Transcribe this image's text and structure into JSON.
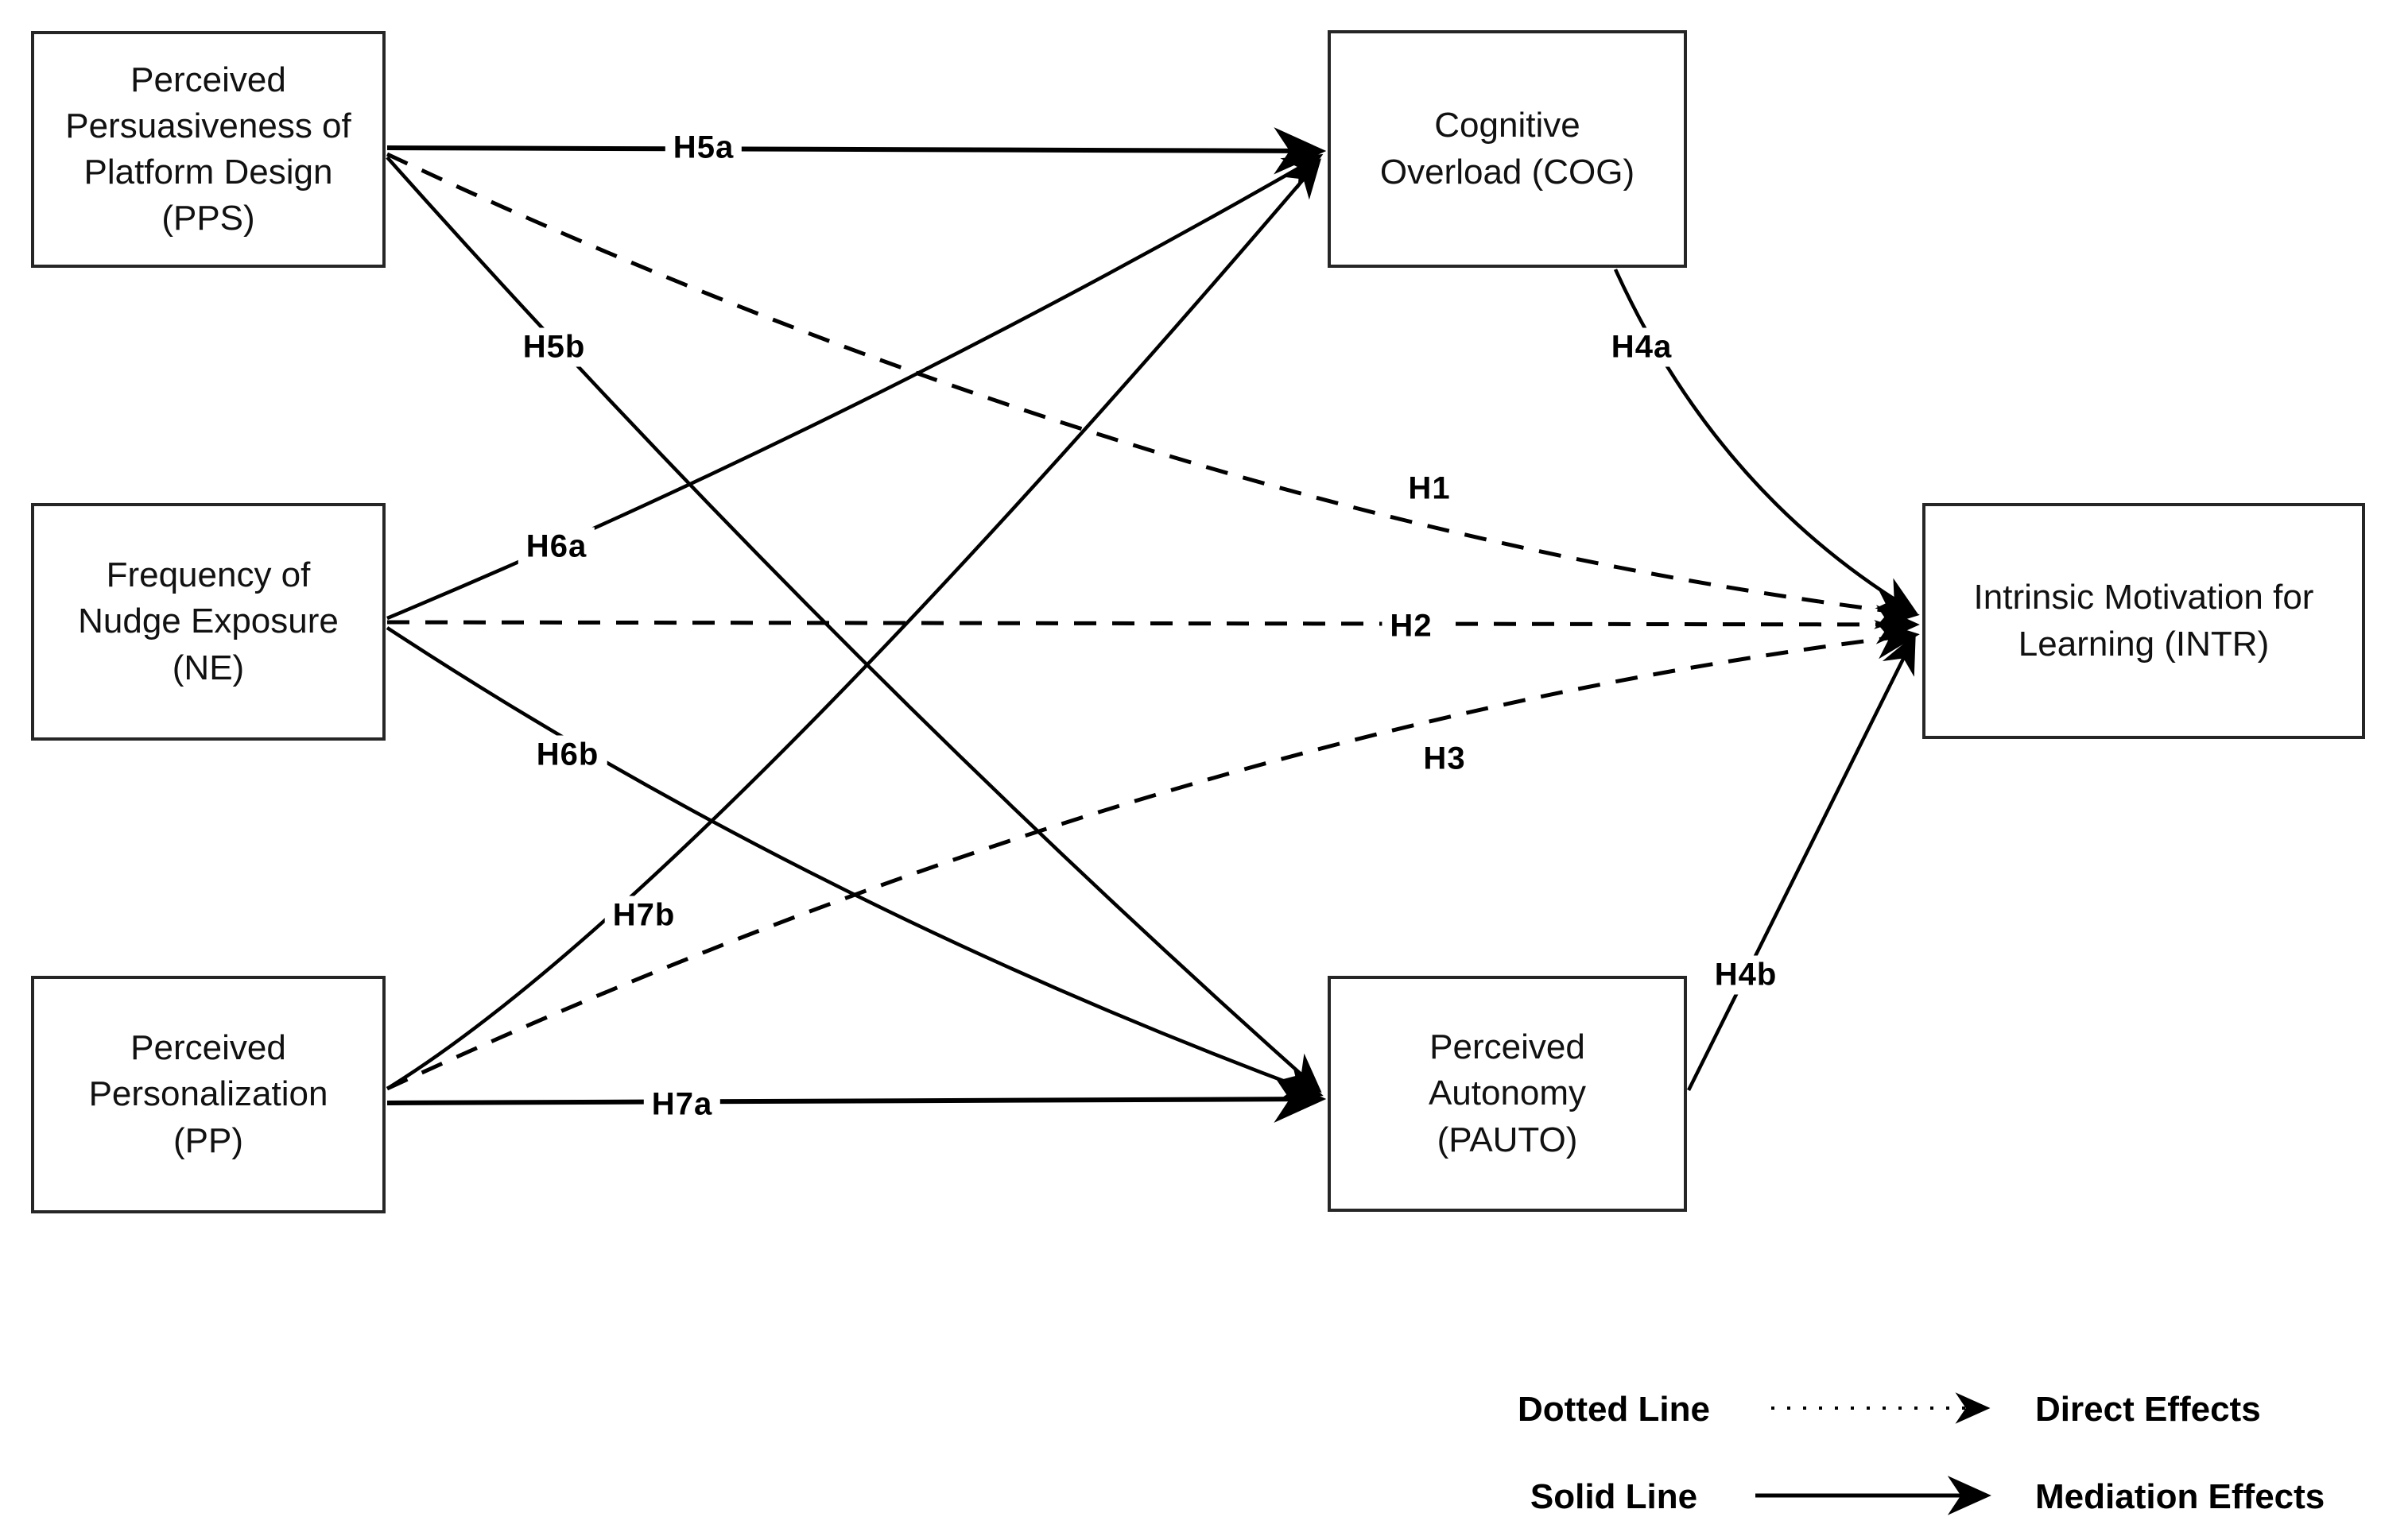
{
  "diagram": {
    "type": "path-model",
    "nodes": {
      "pps": {
        "code": "PPS",
        "lines": [
          "Perceived",
          "Persuasiveness of",
          "Platform Design",
          "(PPS)"
        ]
      },
      "ne": {
        "code": "NE",
        "lines": [
          "Frequency of",
          "Nudge Exposure",
          "(NE)"
        ]
      },
      "pp": {
        "code": "PP",
        "lines": [
          "Perceived",
          "Personalization",
          "(PP)"
        ]
      },
      "cog": {
        "code": "COG",
        "lines": [
          "Cognitive",
          "Overload (COG)"
        ]
      },
      "pauto": {
        "code": "PAUTO",
        "lines": [
          "Perceived",
          "Autonomy",
          "(PAUTO)"
        ]
      },
      "intr": {
        "code": "INTR",
        "lines": [
          "Intrinsic Motivation for",
          "Learning (INTR)"
        ]
      }
    },
    "edges": {
      "h1": {
        "label": "H1",
        "from": "pps",
        "to": "intr",
        "line": "dotted"
      },
      "h2": {
        "label": "H2",
        "from": "ne",
        "to": "intr",
        "line": "dotted"
      },
      "h3": {
        "label": "H3",
        "from": "pp",
        "to": "intr",
        "line": "dotted"
      },
      "h4a": {
        "label": "H4a",
        "from": "cog",
        "to": "intr",
        "line": "solid"
      },
      "h4b": {
        "label": "H4b",
        "from": "pauto",
        "to": "intr",
        "line": "solid"
      },
      "h5a": {
        "label": "H5a",
        "from": "pps",
        "to": "cog",
        "line": "solid"
      },
      "h5b": {
        "label": "H5b",
        "from": "pps",
        "to": "pauto",
        "line": "solid"
      },
      "h6a": {
        "label": "H6a",
        "from": "ne",
        "to": "cog",
        "line": "solid"
      },
      "h6b": {
        "label": "H6b",
        "from": "ne",
        "to": "pauto",
        "line": "solid"
      },
      "h7a": {
        "label": "H7a",
        "from": "pp",
        "to": "pauto",
        "line": "solid"
      },
      "h7b": {
        "label": "H7b",
        "from": "pp",
        "to": "cog",
        "line": "solid"
      }
    },
    "legend": {
      "rows": [
        {
          "key": "Dotted Line",
          "meaning": "Direct Effects",
          "line_style": "dotted"
        },
        {
          "key": "Solid Line",
          "meaning": "Mediation Effects",
          "line_style": "solid"
        }
      ]
    },
    "colors": {
      "ink": "#000000",
      "box_border": "#262626",
      "background": "#ffffff"
    }
  }
}
